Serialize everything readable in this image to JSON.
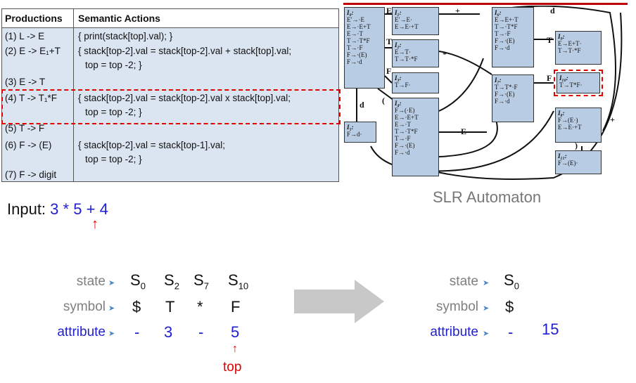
{
  "table": {
    "headers": [
      "Productions",
      "Semantic Actions"
    ],
    "rows": [
      {
        "prod": "(1) L -> E",
        "action": "{ print(stack[top].val); }"
      },
      {
        "prod": "(2) E -> E₁+T",
        "action": "{ stack[top-2].val = stack[top-2].val + stack[top].val;",
        "action2": "top = top -2; }"
      },
      {
        "prod": "(3) E -> T",
        "action": ""
      },
      {
        "prod": "(4) T -> T₁*F",
        "action": "{ stack[top-2].val = stack[top-2].val x stack[top].val;",
        "action2": "top = top -2; }"
      },
      {
        "prod": "(5) T -> F",
        "action": ""
      },
      {
        "prod": "(6) F -> (E)",
        "action": "{ stack[top-2].val = stack[top-1].val;",
        "action2": "top = top -2; }"
      },
      {
        "prod": "(7) F -> digit",
        "action": ""
      }
    ]
  },
  "automaton": {
    "caption": "SLR Automaton",
    "states": [
      {
        "name": "I₀:",
        "items": [
          "E′→·E",
          "E→·E+T",
          "E→·T",
          "T→·T*F",
          "T→·F",
          "F→·(E)",
          "F→·d"
        ]
      },
      {
        "name": "I₁:",
        "items": [
          "E′→E·",
          "E→E·+T"
        ]
      },
      {
        "name": "I₂:",
        "items": [
          "E→T·",
          "T→T·*F"
        ]
      },
      {
        "name": "I₃:",
        "items": [
          "T→F·"
        ]
      },
      {
        "name": "I₄:",
        "items": [
          "F→(·E)",
          "E→·E+T",
          "E→·T",
          "T→·T*F",
          "T→·F",
          "F→·(E)",
          "F→·d"
        ]
      },
      {
        "name": "I₅:",
        "items": [
          "F→d·"
        ]
      },
      {
        "name": "I₆:",
        "items": [
          "E→E+·T",
          "T→·T*F",
          "T→·F",
          "F→·(E)",
          "F→·d"
        ]
      },
      {
        "name": "I₇:",
        "items": [
          "T→T*·F",
          "F→·(E)",
          "F→·d"
        ]
      },
      {
        "name": "I₈:",
        "items": [
          "F→(E·)",
          "E→E·+T"
        ]
      },
      {
        "name": "I₉:",
        "items": [
          "E→E+T·",
          "T→T·*F"
        ]
      },
      {
        "name": "I₁₀:",
        "items": [
          "T→T*F·"
        ]
      },
      {
        "name": "I₁₁:",
        "items": [
          "F→(E)·"
        ]
      }
    ],
    "edge_labels": [
      "E",
      "+",
      "T",
      "F",
      "d",
      "(",
      "*",
      ")"
    ]
  },
  "input": {
    "label": "Input:",
    "expr": [
      "3",
      "*",
      "5",
      "+",
      "4"
    ],
    "marker": "↑"
  },
  "before": {
    "state_label": "state",
    "symbol_label": "symbol",
    "attribute_label": "attribute",
    "states": [
      "S0",
      "S2",
      "S7",
      "S10"
    ],
    "symbols": [
      "$",
      "T",
      "*",
      "F"
    ],
    "attributes": [
      "-",
      "3",
      "-",
      "5"
    ],
    "top_label": "top",
    "top_arrow": "↑"
  },
  "after": {
    "state_label": "state",
    "symbol_label": "symbol",
    "attribute_label": "attribute",
    "states": [
      "S0"
    ],
    "symbols": [
      "$"
    ],
    "attributes": [
      "-",
      "15"
    ]
  },
  "colors": {
    "accent_red": "#e00000",
    "table_bg": "#dbe5f1",
    "state_bg": "#b8cce4",
    "attr_blue": "#1f1fd0"
  }
}
